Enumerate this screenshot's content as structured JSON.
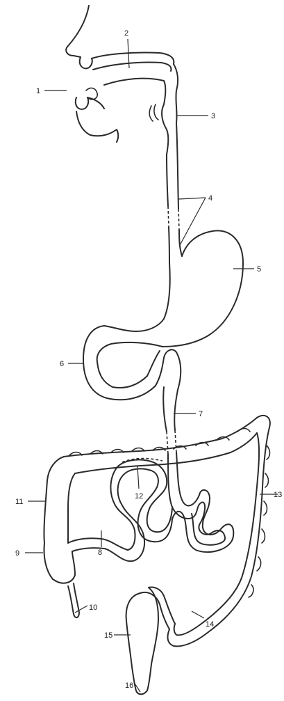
{
  "labels": [
    {
      "id": "1",
      "text": "1"
    },
    {
      "id": "2",
      "text": "2"
    },
    {
      "id": "3",
      "text": "3"
    },
    {
      "id": "4",
      "text": "4"
    },
    {
      "id": "5",
      "text": "5"
    },
    {
      "id": "6",
      "text": "6"
    },
    {
      "id": "7",
      "text": "7"
    },
    {
      "id": "8",
      "text": "8"
    },
    {
      "id": "9",
      "text": "9"
    },
    {
      "id": "10",
      "text": "10"
    },
    {
      "id": "11",
      "text": "11"
    },
    {
      "id": "12",
      "text": "12"
    },
    {
      "id": "13",
      "text": "13"
    },
    {
      "id": "14",
      "text": "14"
    },
    {
      "id": "15",
      "text": "15"
    },
    {
      "id": "16",
      "text": "16"
    }
  ],
  "colors": {
    "line": "#2a2a2a",
    "background": "#ffffff"
  }
}
